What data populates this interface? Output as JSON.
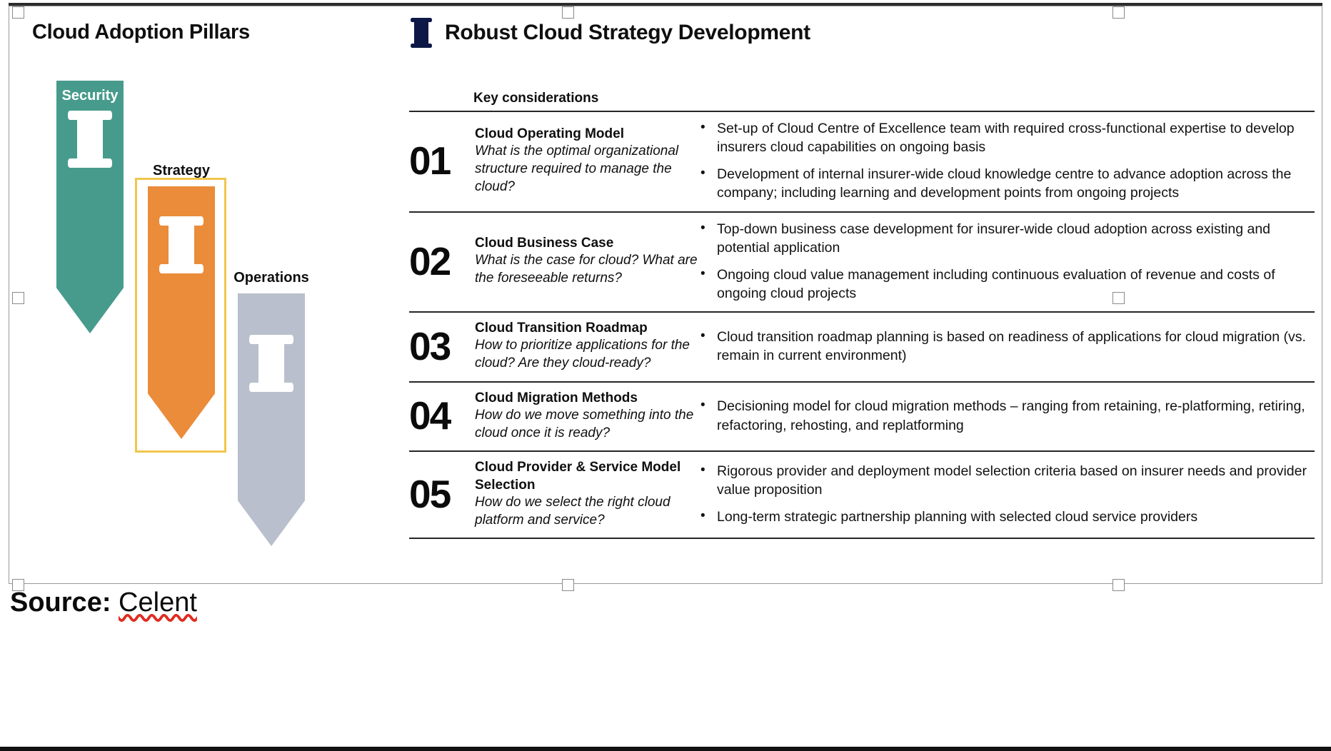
{
  "left": {
    "title": "Cloud Adoption Pillars",
    "pillars": [
      {
        "label": "Security",
        "color": "#479b8c",
        "icon": "pillar-column-icon"
      },
      {
        "label": "Strategy",
        "color": "#ea8c3a",
        "icon": "pillar-column-icon",
        "highlight_color": "#f0c64b"
      },
      {
        "label": "Operations",
        "color": "#b9bfcc",
        "icon": "pillar-column-icon"
      }
    ]
  },
  "right": {
    "badge_icon": "pillar-column-icon",
    "badge_color": "#0d1847",
    "title": "Robust Cloud Strategy Development",
    "key_considerations_header": "Key considerations",
    "rows": [
      {
        "number": "01",
        "topic": "Cloud Operating Model",
        "question": "What is the optimal organizational structure required to manage the cloud?",
        "bullets": [
          "Set-up of Cloud Centre of Excellence team with required cross-functional expertise to develop insurers cloud capabilities on ongoing basis",
          "Development of internal insurer-wide cloud knowledge centre to advance adoption across the company; including learning and development points from ongoing projects"
        ]
      },
      {
        "number": "02",
        "topic": "Cloud Business Case",
        "question": "What is the case for cloud? What are the foreseeable returns?",
        "bullets": [
          "Top-down business case development for insurer-wide cloud adoption across existing and potential application",
          "Ongoing cloud value management including continuous evaluation of revenue and costs of ongoing cloud projects"
        ]
      },
      {
        "number": "03",
        "topic": "Cloud Transition Roadmap",
        "question": "How to prioritize applications for the cloud? Are they cloud-ready?",
        "bullets": [
          "Cloud transition roadmap planning is based on readiness of applications for cloud migration (vs. remain in current environment)"
        ]
      },
      {
        "number": "04",
        "topic": "Cloud Migration Methods",
        "question": "How do we move something into the cloud once it is ready?",
        "bullets": [
          "Decisioning model for cloud migration methods – ranging from retaining, re-platforming, retiring, refactoring, rehosting, and replatforming"
        ]
      },
      {
        "number": "05",
        "topic": "Cloud Provider & Service Model Selection",
        "question": "How do we select the right cloud platform and service?",
        "bullets": [
          "Rigorous provider and deployment model selection criteria based on insurer needs and provider value proposition",
          "Long-term strategic partnership planning with selected cloud service providers"
        ]
      }
    ]
  },
  "footer": {
    "source_label": "Source:",
    "source_value": "Celent"
  }
}
